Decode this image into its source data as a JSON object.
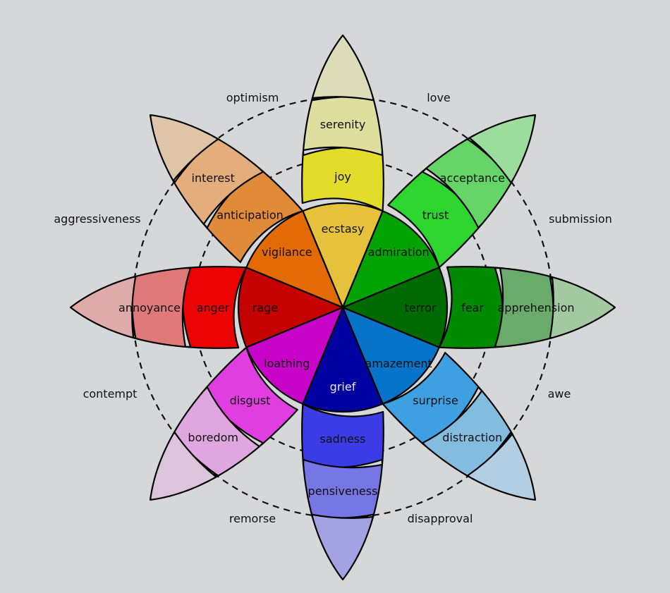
{
  "title": "Plutchik's wheel of emotions",
  "petals": [
    {
      "id": "joy",
      "direction": "top",
      "intense": "ecstasy",
      "basic": "joy",
      "mild": "serenity",
      "colors": {
        "intense": "#e6c23c",
        "basic": "#e3db2a",
        "mild": "#dede9e",
        "tip": "#dcdcb8"
      }
    },
    {
      "id": "trust",
      "direction": "top-right",
      "intense": "admiration",
      "basic": "trust",
      "mild": "acceptance",
      "colors": {
        "intense": "#04a304",
        "basic": "#2fd52f",
        "mild": "#66d466",
        "tip": "#9cdc9c"
      }
    },
    {
      "id": "fear",
      "direction": "right",
      "intense": "terror",
      "basic": "fear",
      "mild": "apprehension",
      "colors": {
        "intense": "#016b01",
        "basic": "#038a03",
        "mild": "#6aaa6a",
        "tip": "#a3c9a3"
      }
    },
    {
      "id": "surprise",
      "direction": "bottom-right",
      "intense": "amazement",
      "basic": "surprise",
      "mild": "distraction",
      "colors": {
        "intense": "#0773c9",
        "basic": "#3ea0e0",
        "mild": "#84bce0",
        "tip": "#b3cde2"
      }
    },
    {
      "id": "sadness",
      "direction": "bottom",
      "intense": "grief",
      "basic": "sadness",
      "mild": "pensiveness",
      "colors": {
        "intense": "#0202a1",
        "basic": "#3c3ce6",
        "mild": "#7676e4",
        "tip": "#a3a3e4"
      }
    },
    {
      "id": "disgust",
      "direction": "bottom-left",
      "intense": "loathing",
      "basic": "disgust",
      "mild": "boredom",
      "colors": {
        "intense": "#c904c9",
        "basic": "#e03ee0",
        "mild": "#e0a6e0",
        "tip": "#dcc4dc"
      }
    },
    {
      "id": "anger",
      "direction": "left",
      "intense": "rage",
      "basic": "anger",
      "mild": "annoyance",
      "colors": {
        "intense": "#c40202",
        "basic": "#ec0303",
        "mild": "#e07a7a",
        "tip": "#dfaaaa"
      }
    },
    {
      "id": "anticipation",
      "direction": "top-left",
      "intense": "vigilance",
      "basic": "anticipation",
      "mild": "interest",
      "colors": {
        "intense": "#e46a06",
        "basic": "#e08b3a",
        "mild": "#e3ae7c",
        "tip": "#dec5a8"
      }
    }
  ],
  "dyads": [
    {
      "label": "love",
      "between": [
        "joy",
        "trust"
      ]
    },
    {
      "label": "submission",
      "between": [
        "trust",
        "fear"
      ]
    },
    {
      "label": "awe",
      "between": [
        "fear",
        "surprise"
      ]
    },
    {
      "label": "disapproval",
      "between": [
        "surprise",
        "sadness"
      ]
    },
    {
      "label": "remorse",
      "between": [
        "sadness",
        "disgust"
      ]
    },
    {
      "label": "contempt",
      "between": [
        "disgust",
        "anger"
      ]
    },
    {
      "label": "aggressiveness",
      "between": [
        "anger",
        "anticipation"
      ]
    },
    {
      "label": "optimism",
      "between": [
        "anticipation",
        "joy"
      ]
    }
  ],
  "colors": {
    "background": "#d6d7d8",
    "outline": "#000000",
    "grief_label": "#e8e8f4"
  }
}
